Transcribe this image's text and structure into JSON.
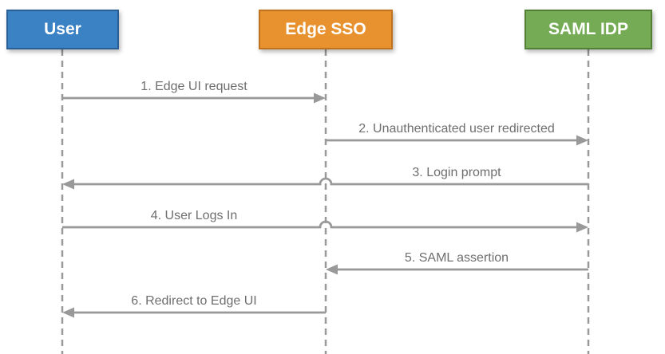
{
  "colors": {
    "line": "#999999",
    "label_text": "#6e6e6e",
    "actor_text": "#ffffff",
    "background": "#ffffff"
  },
  "actors": [
    {
      "label": "User",
      "fill": "#3b82c5",
      "border": "#2a5f96"
    },
    {
      "label": "Edge SSO",
      "fill": "#e8922f",
      "border": "#c0731f"
    },
    {
      "label": "SAML IDP",
      "fill": "#76ab56",
      "border": "#527f36"
    }
  ],
  "messages": [
    {
      "text": "1. Edge UI request",
      "from": "User",
      "to": "Edge SSO",
      "direction": "right"
    },
    {
      "text": "2. Unauthenticated user redirected",
      "from": "Edge SSO",
      "to": "SAML IDP",
      "direction": "right"
    },
    {
      "text": "3. Login prompt",
      "from": "SAML IDP",
      "to": "User",
      "direction": "left"
    },
    {
      "text": "4. User Logs In",
      "from": "User",
      "to": "SAML IDP",
      "direction": "right"
    },
    {
      "text": "5. SAML assertion",
      "from": "SAML IDP",
      "to": "Edge SSO",
      "direction": "left"
    },
    {
      "text": "6. Redirect to Edge UI",
      "from": "Edge SSO",
      "to": "User",
      "direction": "left"
    }
  ]
}
